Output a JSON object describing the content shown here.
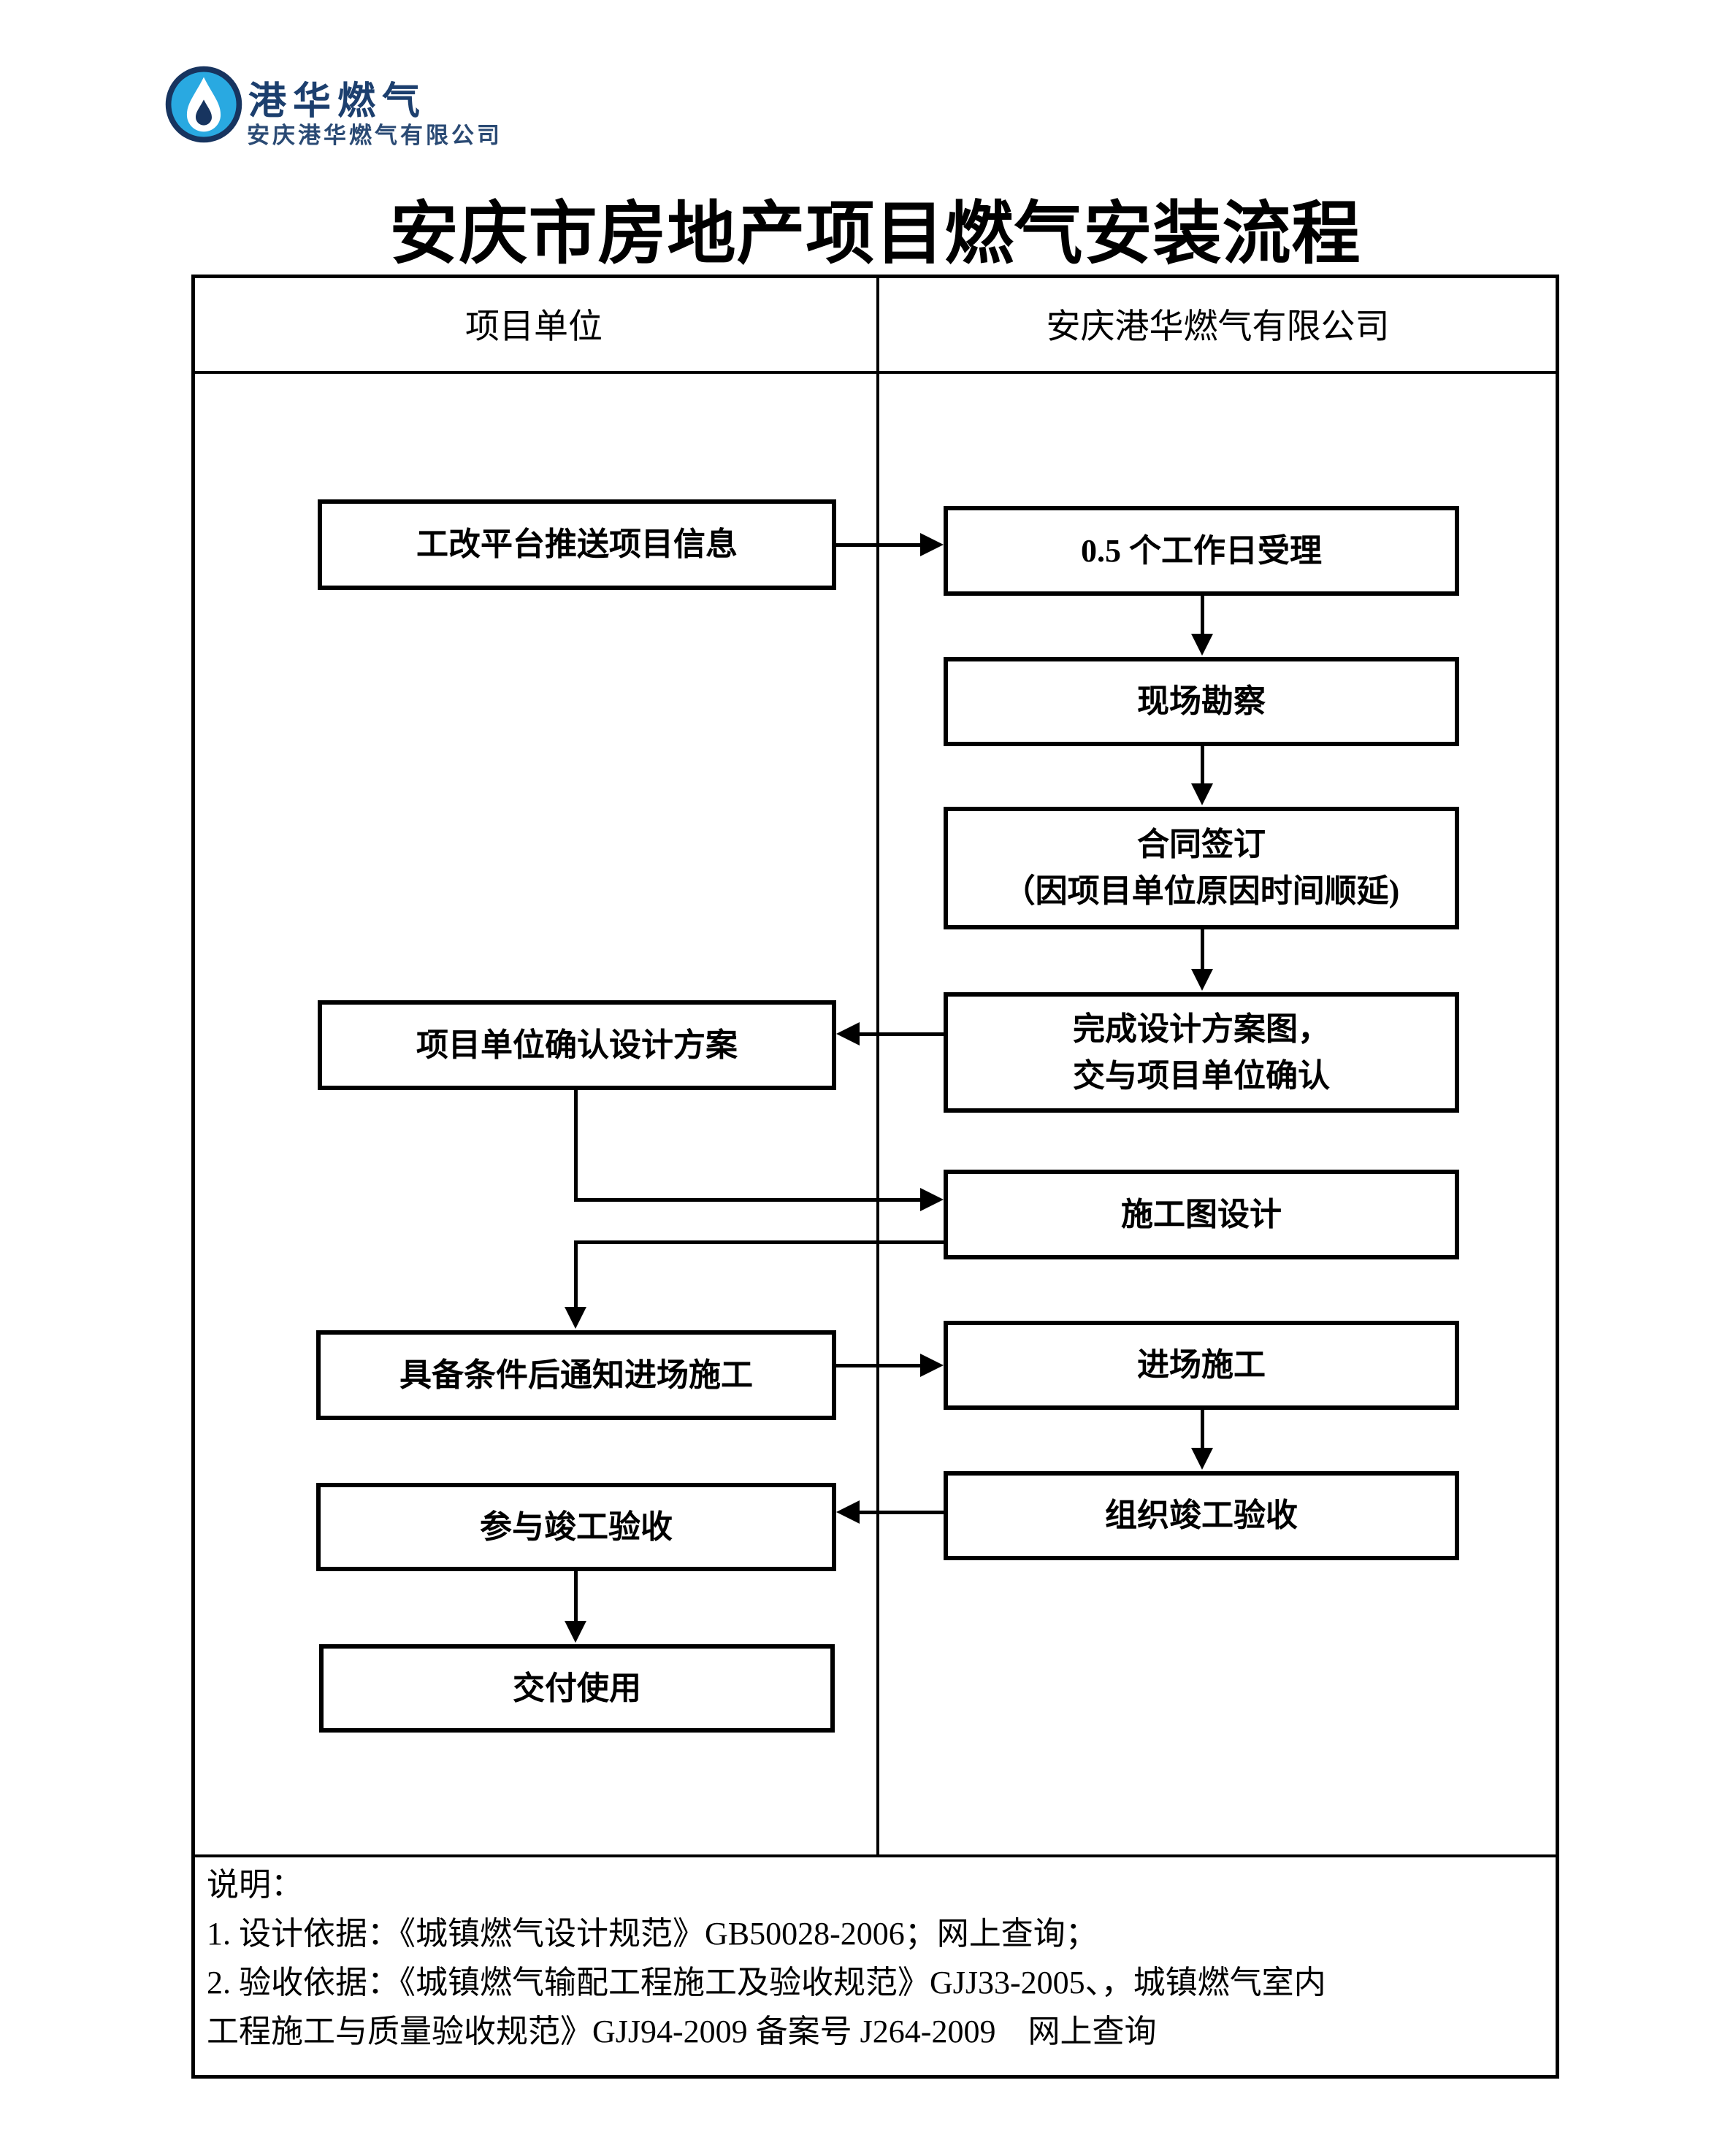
{
  "logo": {
    "wordmark": "港华燃气",
    "company": "安庆港华燃气有限公司",
    "colors": {
      "circle_fill": "#29a9e1",
      "navy": "#17345f"
    }
  },
  "title": "安庆市房地产项目燃气安装流程",
  "columns": {
    "left_header": "项目单位",
    "right_header": "安庆港华燃气有限公司"
  },
  "flow": {
    "left_boxes": [
      {
        "label": "工改平台推送项目信息"
      },
      {
        "label": "项目单位确认设计方案"
      },
      {
        "label": "具备条件后通知进场施工"
      },
      {
        "label": "参与竣工验收"
      },
      {
        "label": "交付使用"
      }
    ],
    "right_boxes": [
      {
        "label": "0.5 个工作日受理"
      },
      {
        "label": "现场勘察"
      },
      {
        "label": "合同签订\n（因项目单位原因时间顺延)"
      },
      {
        "label": "完成设计方案图，\n交与项目单位确认"
      },
      {
        "label": "施工图设计"
      },
      {
        "label": "进场施工"
      },
      {
        "label": "组织竣工验收"
      }
    ]
  },
  "notes": {
    "heading": "说明：",
    "lines": [
      "1. 设计依据：《城镇燃气设计规范》GB50028-2006；网上查询；",
      "2. 验收依据：《城镇燃气输配工程施工及验收规范》GJJ33-2005、，城镇燃气室内",
      "工程施工与质量验收规范》GJJ94-2009 备案号 J264-2009　网上查询"
    ]
  }
}
